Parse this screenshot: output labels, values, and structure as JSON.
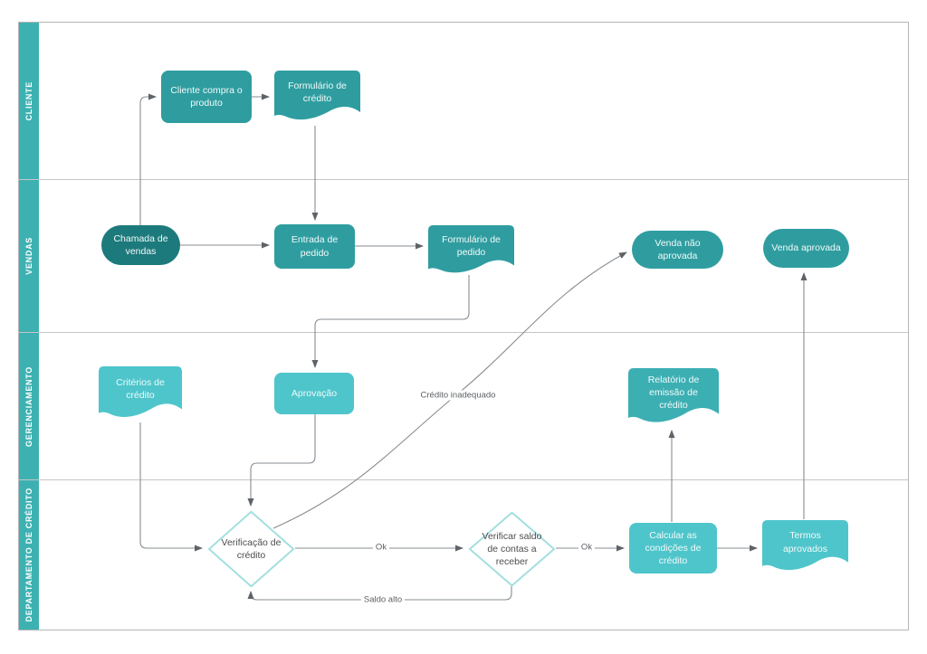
{
  "diagram_title": "",
  "lanes": [
    {
      "label": "CLIENTE"
    },
    {
      "label": "VENDAS"
    },
    {
      "label": "GERENCIAMENTO"
    },
    {
      "label": "DEPARTAMENTO DE CRÉDITO"
    }
  ],
  "nodes": {
    "cliente_compra": {
      "label": "Cliente compra o produto",
      "shape": "process"
    },
    "form_credito": {
      "label": "Formulário de crédito",
      "shape": "document"
    },
    "chamada_vendas": {
      "label": "Chamada de vendas",
      "shape": "terminator"
    },
    "entrada_pedido": {
      "label": "Entrada de pedido",
      "shape": "process"
    },
    "form_pedido": {
      "label": "Formulário de pedido",
      "shape": "document"
    },
    "venda_nao_aprovada": {
      "label": "Venda não aprovada",
      "shape": "terminator"
    },
    "venda_aprovada": {
      "label": "Venda aprovada",
      "shape": "terminator"
    },
    "criterios_credito": {
      "label": "Critérios de crédito",
      "shape": "document"
    },
    "aprovacao": {
      "label": "Aprovação",
      "shape": "process"
    },
    "relatorio_emissao": {
      "label": "Relatório de emissão de crédito",
      "shape": "document"
    },
    "verificacao_credito": {
      "label": "Verificação de crédito",
      "shape": "decision"
    },
    "verificar_saldo": {
      "label": "Verificar saldo de contas a receber",
      "shape": "decision"
    },
    "calcular_condicoes": {
      "label": "Calcular as condições de crédito",
      "shape": "process"
    },
    "termos_aprovados": {
      "label": "Termos aprovados",
      "shape": "document"
    }
  },
  "edge_labels": {
    "credito_inadequado": "Crédito inadequado",
    "ok_1": "Ok",
    "ok_2": "Ok",
    "saldo_alto": "Saldo alto"
  },
  "palette": {
    "lane_header": "#3db1b2",
    "shape_dark_teal": "#1d7a7c",
    "shape_medium_teal": "#2f9da0",
    "shape_medium_light_teal": "#3cafb3",
    "shape_light_teal": "#4ec5cb",
    "decision_border": "#a3dfe0",
    "decision_text": "#4d4d4d",
    "node_text": "#f2fafa",
    "edge_line": "#878c91",
    "lane_border": "#c6c6c6"
  }
}
